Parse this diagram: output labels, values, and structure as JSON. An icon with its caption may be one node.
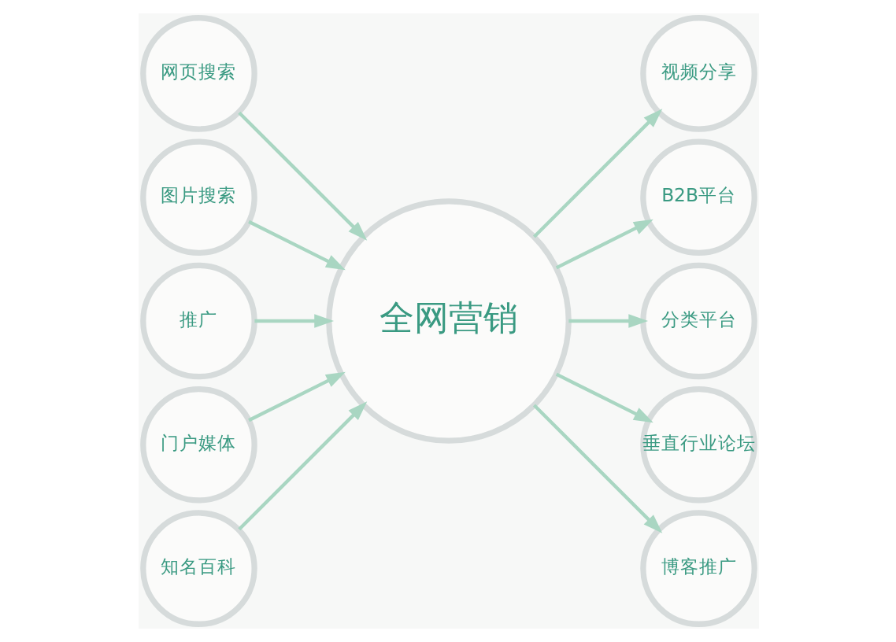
{
  "diagram": {
    "nodes": [
      {
        "text": [
          "网页搜索"
        ]
      },
      {
        "text": [
          "图片搜索"
        ]
      },
      {
        "text": [
          "推广"
        ]
      },
      {
        "text": [
          "门户媒体"
        ]
      },
      {
        "text": [
          "知名百科"
        ]
      },
      {
        "text": [
          "全网营销"
        ]
      },
      {
        "text": [
          "视频分享"
        ]
      },
      {
        "text": [
          "B2B平台"
        ]
      },
      {
        "text": [
          "分类平台"
        ]
      },
      {
        "text": [
          "垂直行业论坛"
        ]
      },
      {
        "text": [
          "博客推广"
        ]
      }
    ],
    "edges": [
      {
        "from": 0,
        "to": 5,
        "arrow": "to"
      },
      {
        "from": 1,
        "to": 5,
        "arrow": "to"
      },
      {
        "from": 2,
        "to": 5,
        "arrow": "to"
      },
      {
        "from": 3,
        "to": 5,
        "arrow": "to"
      },
      {
        "from": 4,
        "to": 5,
        "arrow": "to"
      },
      {
        "from": 5,
        "to": 6,
        "arrow": "to"
      },
      {
        "from": 5,
        "to": 7,
        "arrow": "to"
      },
      {
        "from": 5,
        "to": 8,
        "arrow": "to"
      },
      {
        "from": 5,
        "to": 9,
        "arrow": "to"
      },
      {
        "from": 5,
        "to": 10,
        "arrow": "to"
      }
    ]
  }
}
